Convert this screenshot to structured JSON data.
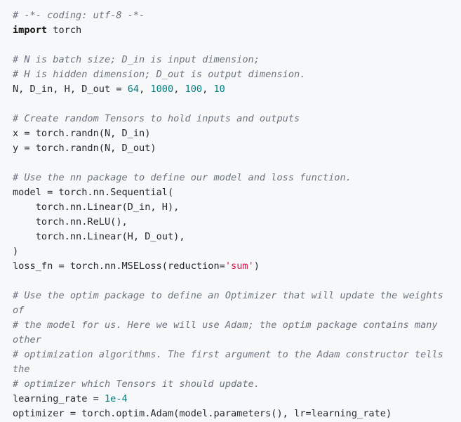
{
  "lines": [
    [
      {
        "t": "# -*- coding: utf-8 -*-",
        "c": "comment"
      }
    ],
    [
      {
        "t": "import",
        "c": "kw"
      },
      {
        "t": " torch",
        "c": ""
      }
    ],
    [],
    [
      {
        "t": "# N is batch size; D_in is input dimension;",
        "c": "comment"
      }
    ],
    [
      {
        "t": "# H is hidden dimension; D_out is output dimension.",
        "c": "comment"
      }
    ],
    [
      {
        "t": "N, D_in, H, D_out = ",
        "c": ""
      },
      {
        "t": "64",
        "c": "num"
      },
      {
        "t": ", ",
        "c": ""
      },
      {
        "t": "1000",
        "c": "num"
      },
      {
        "t": ", ",
        "c": ""
      },
      {
        "t": "100",
        "c": "num"
      },
      {
        "t": ", ",
        "c": ""
      },
      {
        "t": "10",
        "c": "num"
      }
    ],
    [],
    [
      {
        "t": "# Create random Tensors to hold inputs and outputs",
        "c": "comment"
      }
    ],
    [
      {
        "t": "x = torch.randn(N, D_in)",
        "c": ""
      }
    ],
    [
      {
        "t": "y = torch.randn(N, D_out)",
        "c": ""
      }
    ],
    [],
    [
      {
        "t": "# Use the nn package to define our model and loss function.",
        "c": "comment"
      }
    ],
    [
      {
        "t": "model = torch.nn.Sequential(",
        "c": ""
      }
    ],
    [
      {
        "t": "    torch.nn.Linear(D_in, H),",
        "c": ""
      }
    ],
    [
      {
        "t": "    torch.nn.ReLU(),",
        "c": ""
      }
    ],
    [
      {
        "t": "    torch.nn.Linear(H, D_out),",
        "c": ""
      }
    ],
    [
      {
        "t": ")",
        "c": ""
      }
    ],
    [
      {
        "t": "loss_fn = torch.nn.MSELoss(reduction=",
        "c": ""
      },
      {
        "t": "'sum'",
        "c": "str"
      },
      {
        "t": ")",
        "c": ""
      }
    ],
    [],
    [
      {
        "t": "# Use the optim package to define an Optimizer that will update the weights",
        "c": "comment"
      }
    ],
    [
      {
        "t": "of",
        "c": "comment"
      }
    ],
    [
      {
        "t": "# the model for us. Here we will use Adam; the optim package contains many",
        "c": "comment"
      }
    ],
    [
      {
        "t": "other",
        "c": "comment"
      }
    ],
    [
      {
        "t": "# optimization algorithms. The first argument to the Adam constructor tells",
        "c": "comment"
      }
    ],
    [
      {
        "t": "the",
        "c": "comment"
      }
    ],
    [
      {
        "t": "# optimizer which Tensors it should update.",
        "c": "comment"
      }
    ],
    [
      {
        "t": "learning_rate = ",
        "c": ""
      },
      {
        "t": "1e-4",
        "c": "num"
      }
    ],
    [
      {
        "t": "optimizer = torch.optim.Adam(model.parameters(), lr=learning_rate)",
        "c": ""
      }
    ]
  ]
}
